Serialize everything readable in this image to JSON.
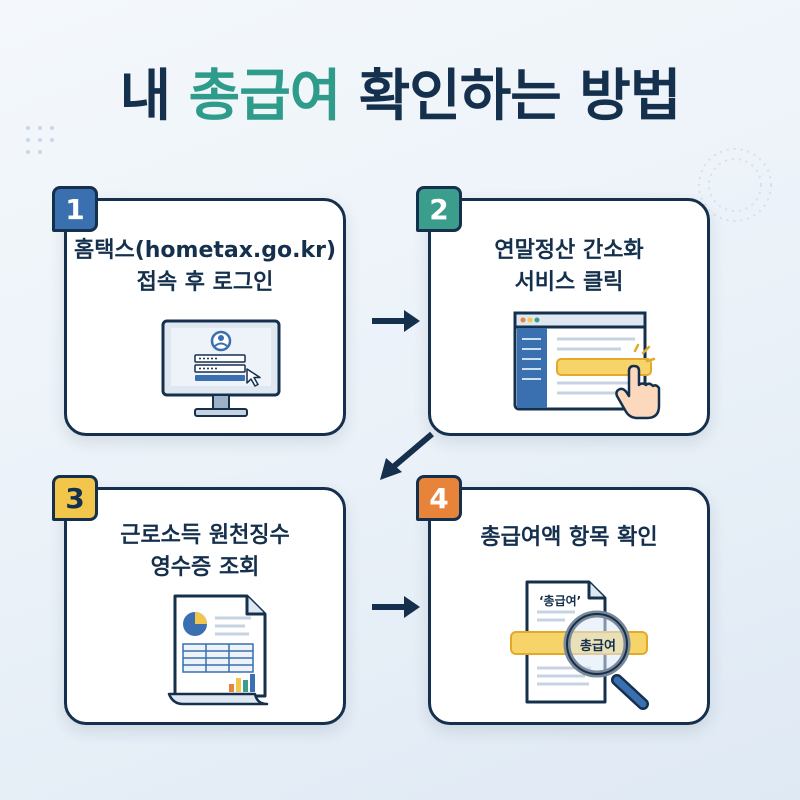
{
  "title": {
    "prefix": "내 ",
    "accent": "총급여",
    "suffix": " 확인하는 방법"
  },
  "colors": {
    "navy": "#15304d",
    "accent_green": "#2f9b8a",
    "badge_1": "#3a6fb0",
    "badge_2": "#3b9e8c",
    "badge_3": "#f2c64b",
    "badge_4": "#e8833a",
    "highlight_yellow": "#f7d46a"
  },
  "steps": [
    {
      "number": "1",
      "line1": "홈택스(hometax.go.kr)",
      "line2": "접속 후 로그인",
      "illustration": "monitor-login-icon"
    },
    {
      "number": "2",
      "line1": "연말정산 간소화",
      "line2": "서비스 클릭",
      "illustration": "browser-click-icon"
    },
    {
      "number": "3",
      "line1": "근로소득 원천징수",
      "line2": "영수증 조회",
      "illustration": "report-document-icon"
    },
    {
      "number": "4",
      "line1": "총급여액 항목 확인",
      "line2": "",
      "illustration": "magnifier-document-icon"
    }
  ],
  "illustration_text": {
    "doc_label": "‘총급여’",
    "magnifier_label": "총급여"
  }
}
